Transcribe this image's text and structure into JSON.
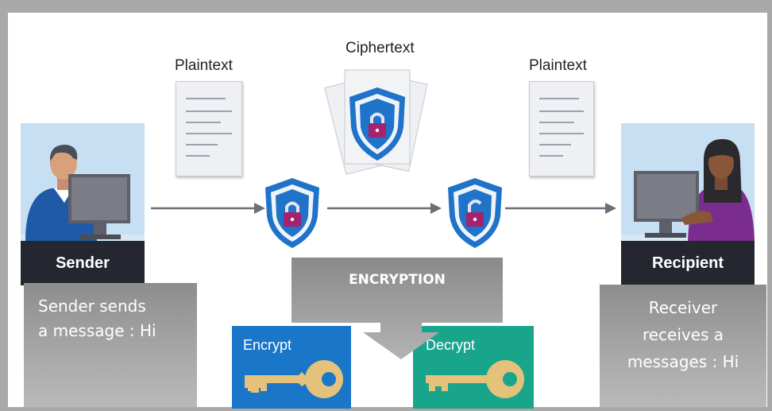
{
  "labels": {
    "plaintext_left": "Plaintext",
    "ciphertext": "Ciphertext",
    "plaintext_right": "Plaintext",
    "sender": "Sender",
    "recipient": "Recipient",
    "encryption": "ENCRYPTION",
    "encrypt": "Encrypt",
    "decrypt": "Decrypt"
  },
  "notes": {
    "sender_line1": "Sender sends",
    "sender_line2": "a message : Hi",
    "receiver_line1": "Receiver",
    "receiver_line2": "receives a",
    "receiver_line3": "messages : Hi"
  },
  "colors": {
    "shield_blue": "#1f73c8",
    "lock_magenta": "#a4226f",
    "encrypt_panel": "#1976c9",
    "decrypt_panel": "#19a58c",
    "key_gold": "#e5c27c",
    "name_bar": "#24272f"
  }
}
